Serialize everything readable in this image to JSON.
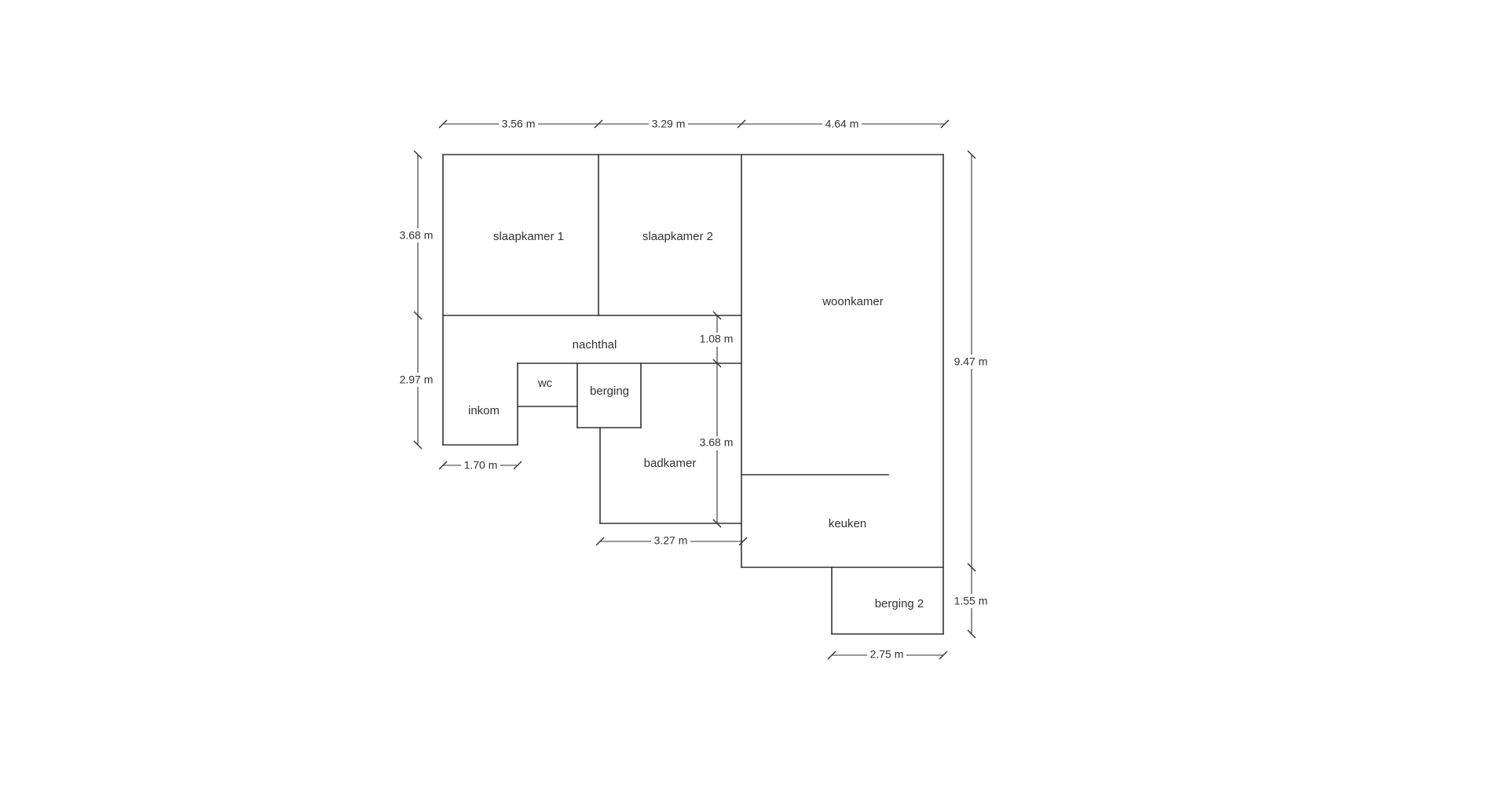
{
  "rooms": {
    "slaapkamer_1": "slaapkamer 1",
    "slaapkamer_2": "slaapkamer 2",
    "woonkamer": "woonkamer",
    "nachthal": "nachthal",
    "wc": "wc",
    "berging": "berging",
    "inkom": "inkom",
    "badkamer": "badkamer",
    "keuken": "keuken",
    "berging_2": "berging 2"
  },
  "dimensions": {
    "top_1": "3.56 m",
    "top_2": "3.29 m",
    "top_3": "4.64 m",
    "left_1": "3.68 m",
    "left_2": "2.97 m",
    "right_total": "9.47 m",
    "right_bottom": "1.55 m",
    "inkom_width": "1.70 m",
    "nachthal_depth": "1.08 m",
    "badkamer_height": "3.68 m",
    "badkamer_width": "3.27 m",
    "berging_2_width": "2.75 m"
  }
}
